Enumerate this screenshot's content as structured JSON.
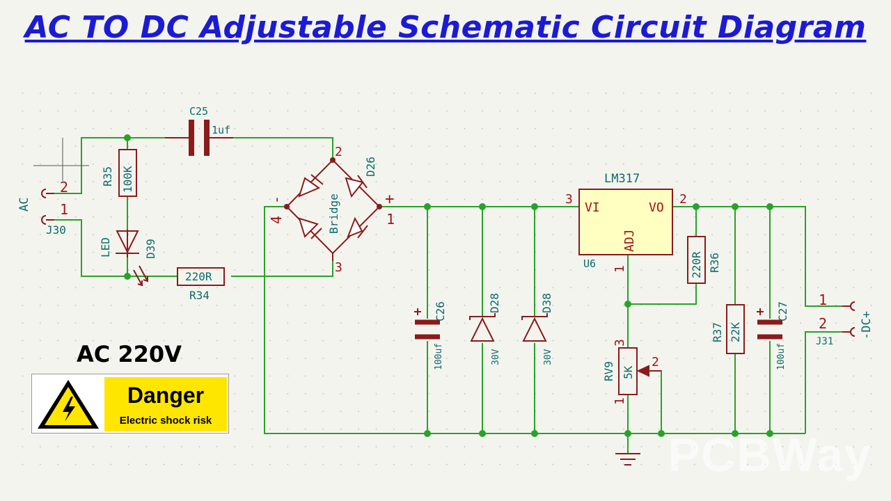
{
  "title": "AC TO DC Adjustable Schematic Circuit Diagram",
  "colors": {
    "wire": "#27a327",
    "component": "#8b1a1a",
    "ic_fill": "#ffffc2",
    "label": "#0b6b6b",
    "pin": "#a01414",
    "title": "#1b1bd6"
  },
  "components": {
    "c25": {
      "ref": "C25",
      "value": "1uf"
    },
    "r35": {
      "ref": "R35",
      "value": "100K"
    },
    "d39": {
      "ref": "D39",
      "value": "LED"
    },
    "r34": {
      "ref": "R34",
      "value": "220R"
    },
    "j30": {
      "ref": "J30",
      "value": "AC",
      "pin1": "1",
      "pin2": "2"
    },
    "bridge": {
      "ref": "D26",
      "value": "Bridge",
      "pin1": "1",
      "pin2": "2",
      "pin3": "3",
      "pin4": "4",
      "plus": "+",
      "minus": "-"
    },
    "c26": {
      "ref": "C26",
      "value": "100uf"
    },
    "d28": {
      "ref": "D28",
      "value": "30V"
    },
    "d38": {
      "ref": "D38",
      "value": "30V"
    },
    "u6": {
      "ref": "U6",
      "value": "LM317",
      "vi": "VI",
      "vo": "VO",
      "adj": "ADJ",
      "pin1": "1",
      "pin2": "2",
      "pin3": "3"
    },
    "r36": {
      "ref": "R36",
      "value": "220R"
    },
    "rv9": {
      "ref": "RV9",
      "value": "5K",
      "pin1": "1",
      "pin2": "2",
      "pin3": "3"
    },
    "r37": {
      "ref": "R37",
      "value": "22K"
    },
    "c27": {
      "ref": "C27",
      "value": "100uf"
    },
    "j31": {
      "ref": "J31",
      "value": "-DC+",
      "pin1": "1",
      "pin2": "2"
    }
  },
  "ac_label": "AC 220V",
  "warning": {
    "title": "Danger",
    "subtitle": "Electric shock risk"
  },
  "watermark": "PCBWay"
}
